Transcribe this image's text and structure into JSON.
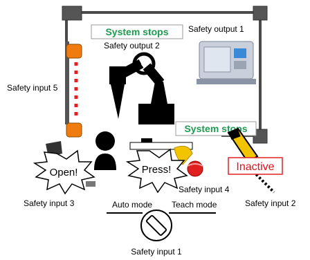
{
  "labels": {
    "safety_output_1": "Safety output 1",
    "safety_output_2": "Safety output 2",
    "safety_input_1": "Safety input 1",
    "safety_input_2": "Safety input 2",
    "safety_input_3": "Safety input 3",
    "safety_input_4": "Safety input 4",
    "safety_input_5": "Safety input 5",
    "system_stops_top": "System stops",
    "system_stops_right": "System stops",
    "open_burst": "Open!",
    "press_burst": "Press!",
    "inactive_box": "Inactive",
    "auto_mode": "Auto mode",
    "teach_mode": "Teach mode"
  },
  "colors": {
    "status_green": "#1f9a52",
    "alert_red": "#e0101b",
    "light_curtain_red": "#e02020",
    "curtain_orange": "#f07c10",
    "guard_frame": "#4a4a4a",
    "switch_yellow": "#f2c400"
  },
  "icons": [
    "robot-arm-icon",
    "cnc-machine-icon",
    "operator-person-icon",
    "enable-switch-icon",
    "emergency-stop-button-icon",
    "door-switch-icon",
    "mode-selector-key-icon"
  ]
}
